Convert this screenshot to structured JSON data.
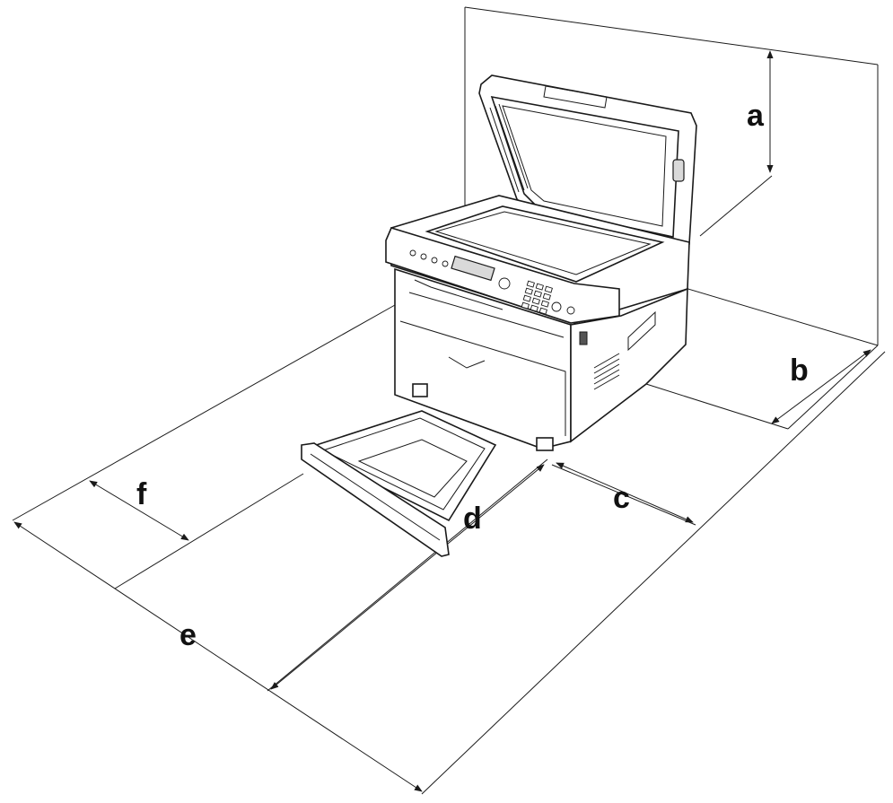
{
  "diagram": {
    "subject": "printer-installation-clearance",
    "labels": {
      "a": "a",
      "b": "b",
      "c": "c",
      "d": "d",
      "e": "e",
      "f": "f"
    }
  }
}
